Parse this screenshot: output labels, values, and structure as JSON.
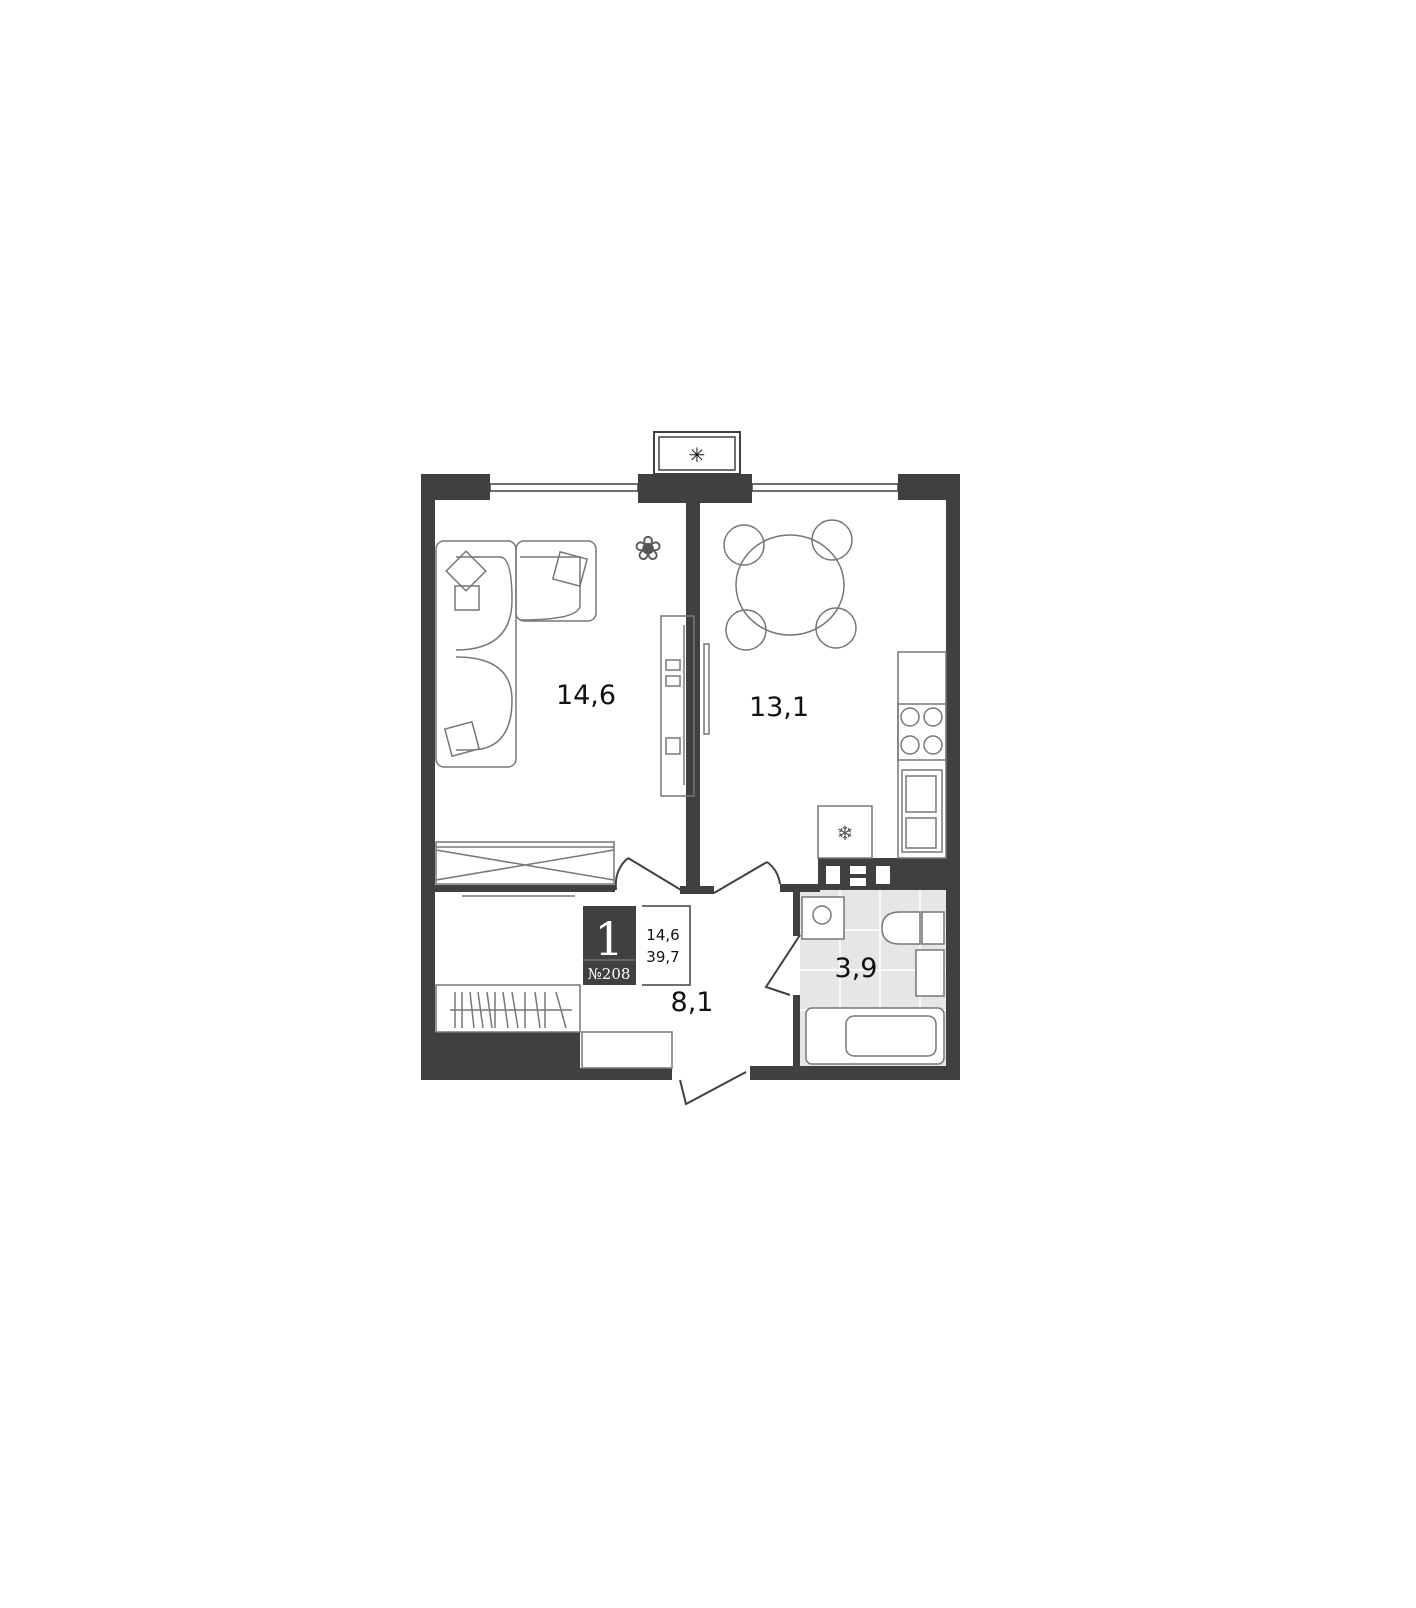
{
  "plan": {
    "rooms": [
      {
        "name": "living-room",
        "area": "14,6"
      },
      {
        "name": "kitchen",
        "area": "13,1"
      },
      {
        "name": "hallway",
        "area": "8,1"
      },
      {
        "name": "bathroom",
        "area": "3,9"
      }
    ],
    "badge": {
      "rooms": "1",
      "number": "№208"
    },
    "summary": {
      "living_area": "14,6",
      "total_area": "39,7"
    },
    "colors": {
      "wall": "#404040",
      "bathroom_floor": "#e6e6e6"
    }
  }
}
